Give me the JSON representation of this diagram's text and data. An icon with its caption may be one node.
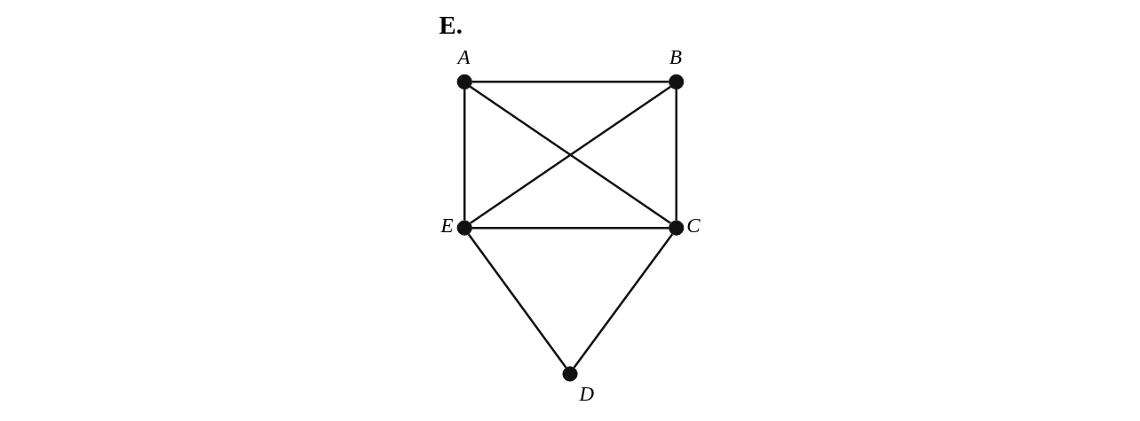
{
  "diagram": {
    "title": "E.",
    "nodes": [
      {
        "text": [
          "A"
        ]
      },
      {
        "text": [
          "B"
        ]
      },
      {
        "text": [
          "C"
        ]
      },
      {
        "text": [
          "D"
        ]
      },
      {
        "text": [
          "E"
        ]
      }
    ],
    "edges": [
      {
        "from": 0,
        "to": 1,
        "arrow": "none"
      },
      {
        "from": 0,
        "to": 2,
        "arrow": "none"
      },
      {
        "from": 0,
        "to": 4,
        "arrow": "none"
      },
      {
        "from": 1,
        "to": 2,
        "arrow": "none"
      },
      {
        "from": 1,
        "to": 4,
        "arrow": "none"
      },
      {
        "from": 4,
        "to": 2,
        "arrow": "none"
      },
      {
        "from": 4,
        "to": 3,
        "arrow": "none"
      },
      {
        "from": 2,
        "to": 3,
        "arrow": "none"
      }
    ]
  }
}
